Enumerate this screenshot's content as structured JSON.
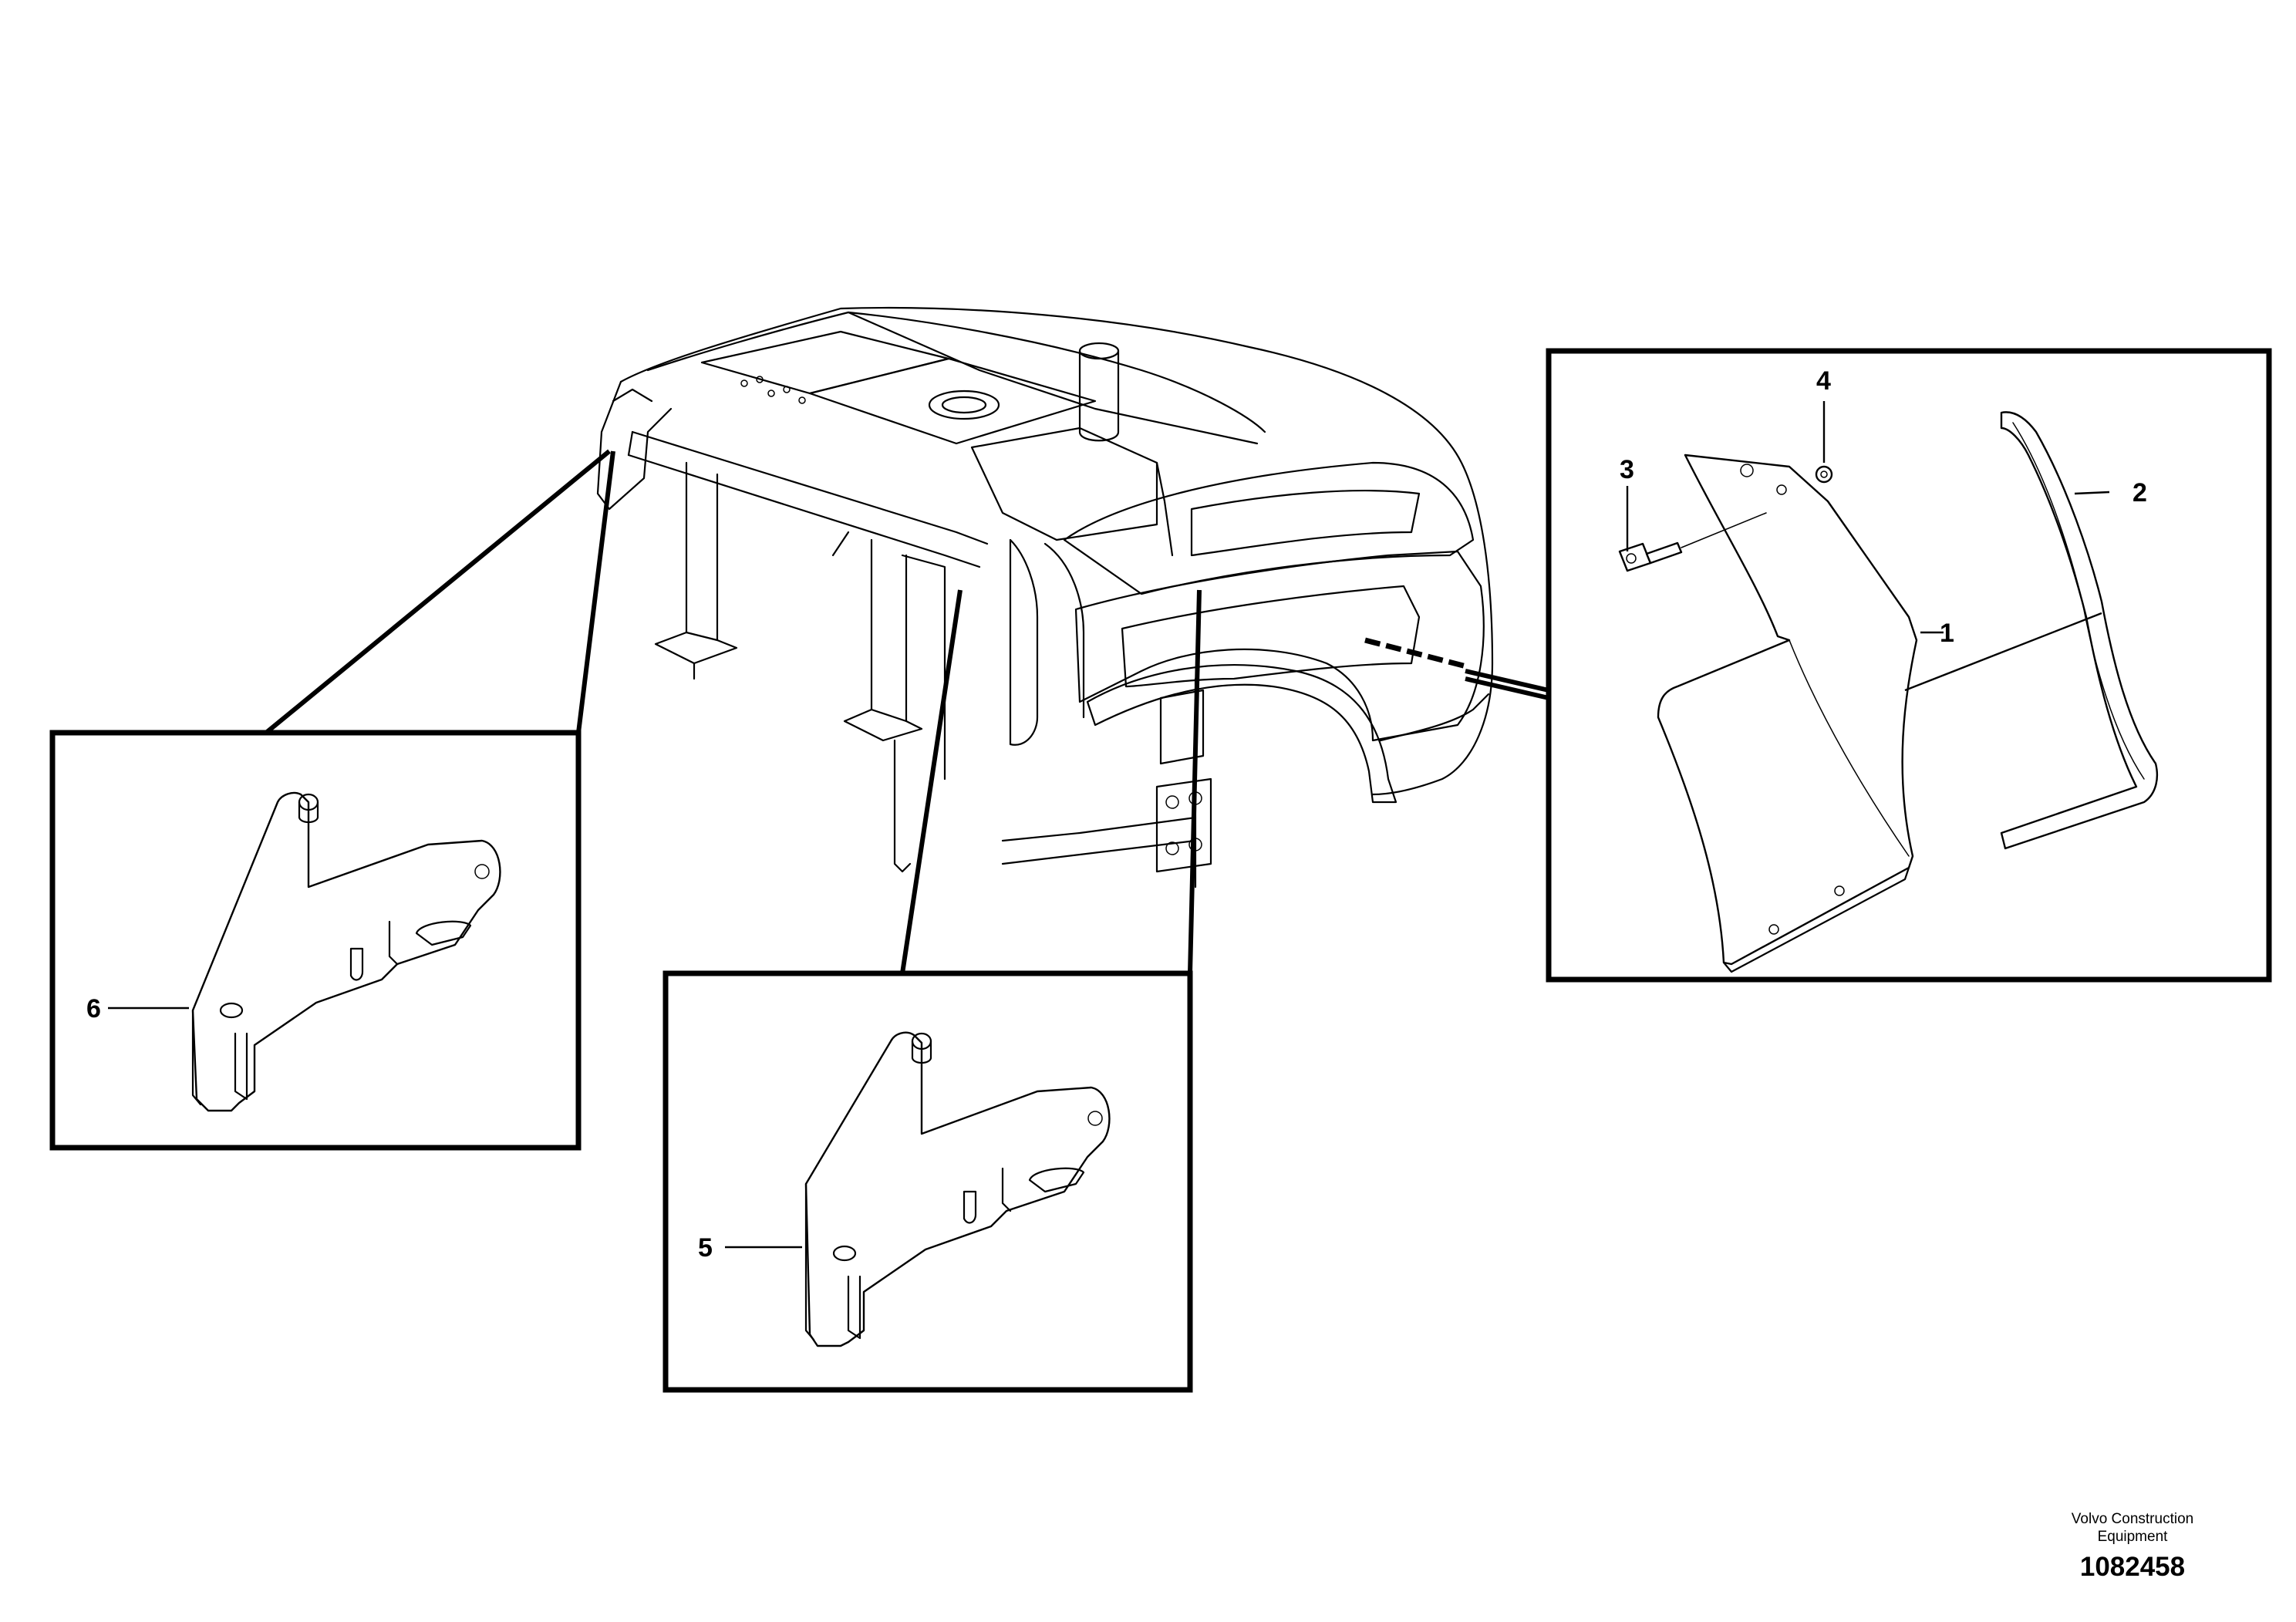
{
  "callouts": {
    "item_1": "1",
    "item_2": "2",
    "item_3": "3",
    "item_4": "4",
    "item_5": "5",
    "item_6": "6"
  },
  "footer": {
    "brand_line_1": "Volvo Construction",
    "brand_line_2": "Equipment",
    "document_number": "1082458"
  }
}
